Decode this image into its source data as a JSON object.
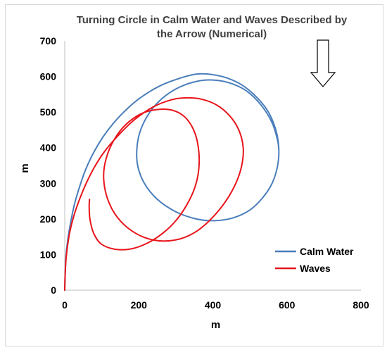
{
  "chart_data": {
    "type": "line",
    "title_lines": [
      "Turning Circle in Calm Water and Waves Described by",
      "the Arrow (Numerical)"
    ],
    "xlabel": "m",
    "ylabel": "m",
    "xlim": [
      0,
      800
    ],
    "ylim": [
      0,
      700
    ],
    "xticks": [
      "0",
      "200",
      "400",
      "600",
      "800"
    ],
    "yticks": [
      "0",
      "100",
      "200",
      "300",
      "400",
      "500",
      "600",
      "700"
    ],
    "grid": false,
    "legend": "bottom-right",
    "annotation": "down-arrow",
    "series": [
      {
        "name": "Calm Water",
        "color": "#4a7ebb",
        "points": [
          [
            0,
            0
          ],
          [
            1,
            40
          ],
          [
            3,
            90
          ],
          [
            8,
            140
          ],
          [
            16,
            190
          ],
          [
            26,
            240
          ],
          [
            40,
            290
          ],
          [
            57,
            340
          ],
          [
            80,
            390
          ],
          [
            110,
            440
          ],
          [
            150,
            490
          ],
          [
            200,
            537
          ],
          [
            260,
            575
          ],
          [
            320,
            598
          ],
          [
            360,
            607
          ],
          [
            400,
            605
          ],
          [
            440,
            595
          ],
          [
            480,
            575
          ],
          [
            520,
            540
          ],
          [
            550,
            500
          ],
          [
            570,
            450
          ],
          [
            578,
            400
          ],
          [
            575,
            350
          ],
          [
            560,
            300
          ],
          [
            535,
            260
          ],
          [
            500,
            225
          ],
          [
            455,
            203
          ],
          [
            405,
            195
          ],
          [
            355,
            200
          ],
          [
            300,
            220
          ],
          [
            250,
            255
          ],
          [
            215,
            300
          ],
          [
            197,
            350
          ],
          [
            195,
            400
          ],
          [
            205,
            450
          ],
          [
            230,
            500
          ],
          [
            265,
            540
          ],
          [
            310,
            570
          ],
          [
            360,
            587
          ],
          [
            400,
            590
          ],
          [
            445,
            582
          ],
          [
            490,
            560
          ],
          [
            530,
            520
          ],
          [
            560,
            470
          ],
          [
            575,
            420
          ],
          [
            578,
            395
          ]
        ]
      },
      {
        "name": "Waves",
        "color": "#e8151b",
        "points": [
          [
            0,
            0
          ],
          [
            1,
            40
          ],
          [
            3,
            80
          ],
          [
            7,
            120
          ],
          [
            14,
            165
          ],
          [
            25,
            210
          ],
          [
            40,
            255
          ],
          [
            58,
            300
          ],
          [
            80,
            345
          ],
          [
            108,
            390
          ],
          [
            145,
            435
          ],
          [
            190,
            480
          ],
          [
            240,
            515
          ],
          [
            290,
            535
          ],
          [
            330,
            540
          ],
          [
            370,
            536
          ],
          [
            410,
            520
          ],
          [
            445,
            490
          ],
          [
            470,
            450
          ],
          [
            482,
            400
          ],
          [
            478,
            350
          ],
          [
            462,
            300
          ],
          [
            435,
            250
          ],
          [
            400,
            205
          ],
          [
            360,
            168
          ],
          [
            315,
            145
          ],
          [
            265,
            138
          ],
          [
            215,
            148
          ],
          [
            170,
            175
          ],
          [
            135,
            215
          ],
          [
            113,
            265
          ],
          [
            105,
            320
          ],
          [
            112,
            370
          ],
          [
            132,
            420
          ],
          [
            165,
            465
          ],
          [
            210,
            497
          ],
          [
            260,
            508
          ],
          [
            300,
            502
          ],
          [
            330,
            480
          ],
          [
            352,
            440
          ],
          [
            362,
            390
          ],
          [
            362,
            340
          ],
          [
            352,
            290
          ],
          [
            330,
            240
          ],
          [
            300,
            195
          ],
          [
            265,
            160
          ],
          [
            225,
            133
          ],
          [
            180,
            116
          ],
          [
            135,
            115
          ],
          [
            98,
            130
          ],
          [
            78,
            160
          ],
          [
            68,
            200
          ],
          [
            66,
            235
          ],
          [
            67,
            255
          ]
        ]
      }
    ]
  }
}
